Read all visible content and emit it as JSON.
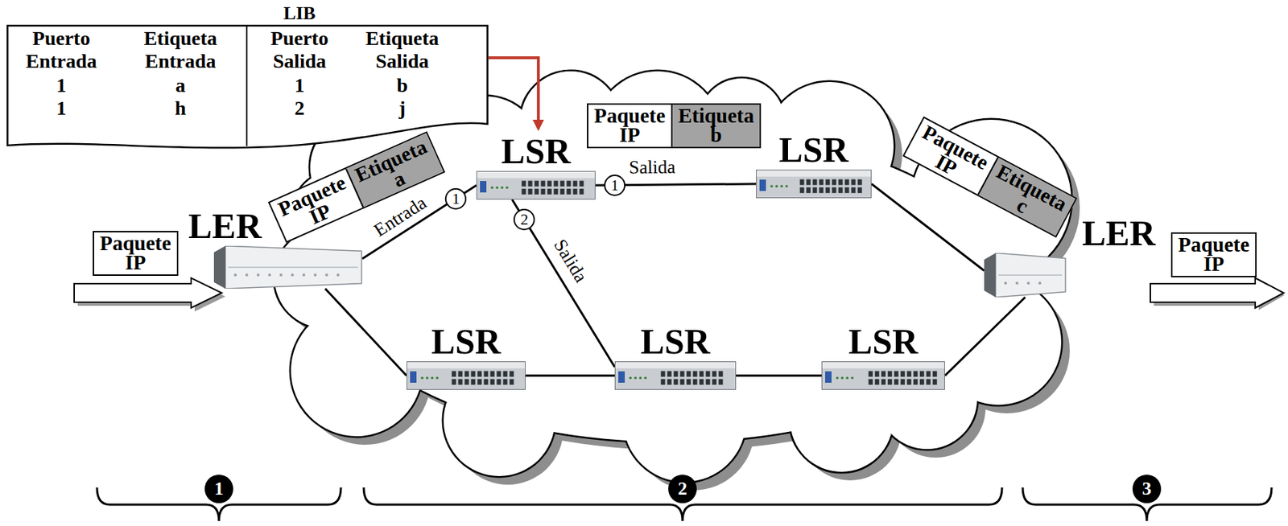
{
  "diagram": {
    "nodes": [
      {
        "text": [
          "LIB"
        ]
      },
      {
        "text": [
          "Paquete IP",
          "Etiqueta a"
        ]
      },
      {
        "text": [
          "LSR"
        ]
      },
      {
        "text": [
          "Paquete IP",
          "Etiqueta b"
        ]
      },
      {
        "text": [
          "LSR"
        ]
      },
      {
        "text": [
          "Paquete IP",
          "Etiqueta c"
        ]
      },
      {
        "text": [
          "LER"
        ]
      },
      {
        "text": [
          "Paquete IP"
        ]
      },
      {
        "text": [
          "LER"
        ]
      },
      {
        "text": [
          "Paquete IP"
        ]
      },
      {
        "text": [
          "LSR"
        ]
      },
      {
        "text": [
          "LSR"
        ]
      },
      {
        "text": [
          "LSR"
        ]
      }
    ],
    "edges": [
      {
        "from": 0,
        "to": 2,
        "arrow": "to"
      },
      {
        "from": 6,
        "to": 2,
        "arrow": "none"
      },
      {
        "from": 2,
        "to": 4,
        "arrow": "none"
      },
      {
        "from": 4,
        "to": 8,
        "arrow": "none"
      },
      {
        "from": 2,
        "to": 11,
        "arrow": "none"
      },
      {
        "from": 6,
        "to": 10,
        "arrow": "none"
      },
      {
        "from": 10,
        "to": 11,
        "arrow": "none"
      },
      {
        "from": 11,
        "to": 12,
        "arrow": "none"
      },
      {
        "from": 12,
        "to": 8,
        "arrow": "none"
      }
    ],
    "labels": [
      "Puerto Entrada",
      "Etiqueta Entrada",
      "Puerto Salida",
      "Etiqueta Salida",
      "1",
      "a",
      "1",
      "b",
      "1",
      "h",
      "2",
      "j",
      "Entrada",
      "1",
      "Salida",
      "1",
      "2",
      "Salida",
      "1",
      "2",
      "3"
    ]
  }
}
